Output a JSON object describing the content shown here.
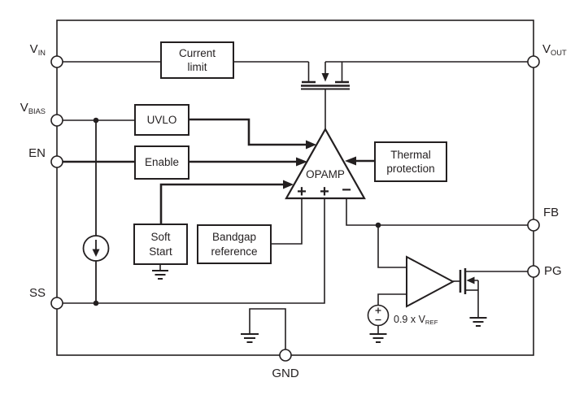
{
  "colors": {
    "line": "#231f20",
    "background": "#ffffff"
  },
  "pins": {
    "vin": {
      "base": "V",
      "sub": "IN"
    },
    "vbias": {
      "base": "V",
      "sub": "BIAS"
    },
    "en": {
      "label": "EN"
    },
    "ss": {
      "label": "SS"
    },
    "vout": {
      "base": "V",
      "sub": "OUT"
    },
    "fb": {
      "label": "FB"
    },
    "pg": {
      "label": "PG"
    },
    "gnd": {
      "label": "GND"
    }
  },
  "blocks": {
    "current_limit": {
      "label": "Current\nlimit"
    },
    "uvlo": {
      "label": "UVLO"
    },
    "enable": {
      "label": "Enable"
    },
    "soft_start": {
      "label": "Soft\nStart"
    },
    "bandgap": {
      "label": "Bandgap\nreference"
    },
    "thermal": {
      "label": "Thermal\nprotection"
    }
  },
  "opamp": {
    "label": "OPAMP",
    "inputs": [
      "+",
      "+",
      "−"
    ]
  },
  "comparator": {
    "threshold_text": "0.9 x V",
    "threshold_sub": "REF"
  }
}
